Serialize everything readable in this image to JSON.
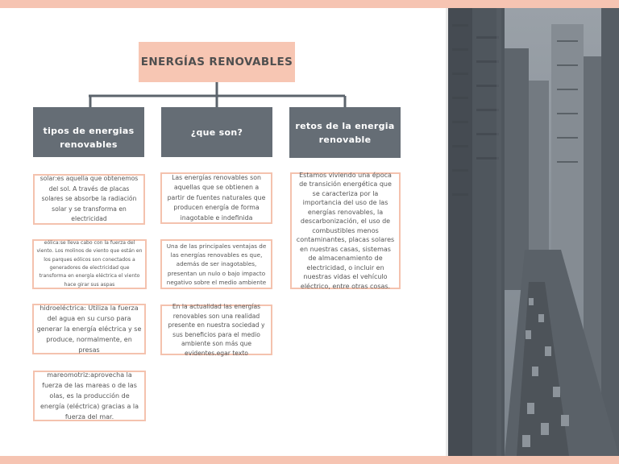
{
  "title": "ENERGÍAS RENOVABLES",
  "categories": [
    {
      "label": "tipos de energias renovables"
    },
    {
      "label": "¿que son?"
    },
    {
      "label": "retos de la energia renovable"
    }
  ],
  "types": [
    "solar:es aquella que obtenemos del sol. A través de placas solares se absorbe la radiación solar y se transforma en electricidad",
    "eólica:se lleva cabo con la fuerza del viento. Los molinos de viento que están en los parques eólicos son conectados a generadores de electricidad que transforma en energía eléctrica el viento hace girar sus aspas",
    "hidroeléctrica: Utiliza la fuerza del agua en su curso para generar la energía eléctrica y se produce, normalmente, en presas",
    "mareomotriz:aprovecha la fuerza de las mareas o de las olas, es la producción de energía (eléctrica) gracias a la fuerza del mar."
  ],
  "definitions": [
    "Las energías renovables son aquellas que se obtienen a partir de fuentes naturales que producen energía de forma inagotable e indefinida",
    "Una de las principales ventajas de las energías renovables es que, además de ser inagotables, presentan un nulo o bajo impacto negativo sobre el medio ambiente",
    "En la actualidad las energías renovables son una realidad presente en nuestra sociedad y sus beneficios para el medio ambiente son más que evidentes.egar texto"
  ],
  "challenges": "Estamos viviendo una época de transición energética que se caracteriza por la importancia del uso de las energías renovables, la descarbonización, el uso de combustibles menos contaminantes, placas solares en nuestras casas, sistemas de almacenamiento de electricidad, o incluir en nuestras vidas el vehículo eléctrico, entre otras cosas.",
  "colors": {
    "accent": "#f7c6b3",
    "card_border": "#f4c2ae",
    "category_bg": "#656d75",
    "connector": "#5c646c"
  }
}
